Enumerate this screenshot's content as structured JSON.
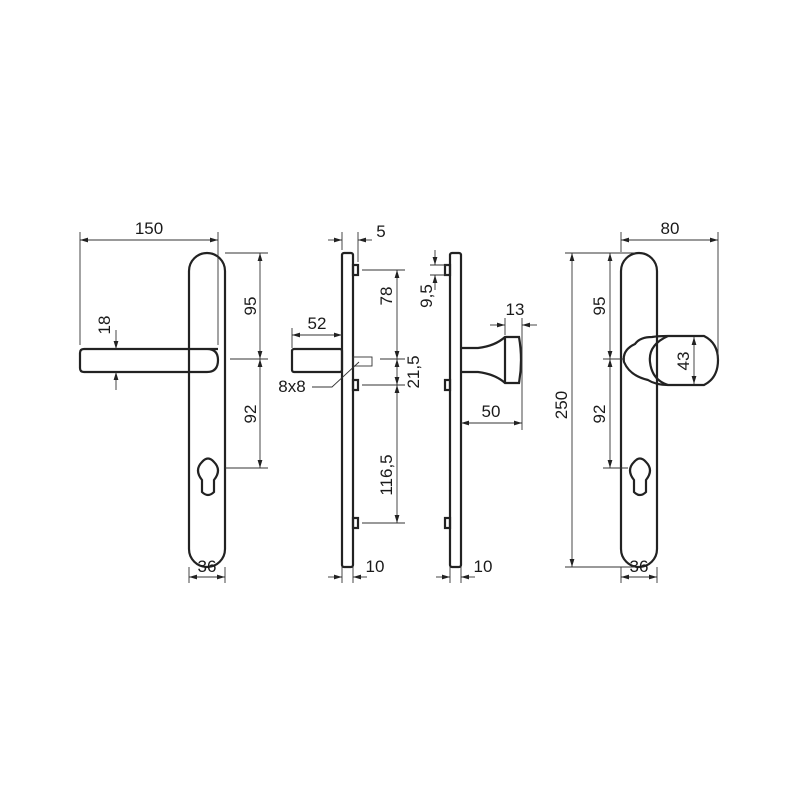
{
  "lever_front": {
    "width_150": "150",
    "lever_height_18": "18",
    "upper_95": "95",
    "lower_92": "92",
    "plate_width_36": "36"
  },
  "lever_side": {
    "gap_5": "5",
    "projection_52": "52",
    "upper_78": "78",
    "mid_21_5": "21,5",
    "lower_116_5": "116,5",
    "spindle_8x8": "8x8",
    "thickness_10": "10"
  },
  "knob_side": {
    "lug_9_5": "9,5",
    "cap_13": "13",
    "projection_50": "50",
    "thickness_10": "10"
  },
  "knob_front": {
    "width_80": "80",
    "height_250": "250",
    "upper_95": "95",
    "lower_92": "92",
    "knob_43": "43",
    "plate_width_36": "36"
  }
}
